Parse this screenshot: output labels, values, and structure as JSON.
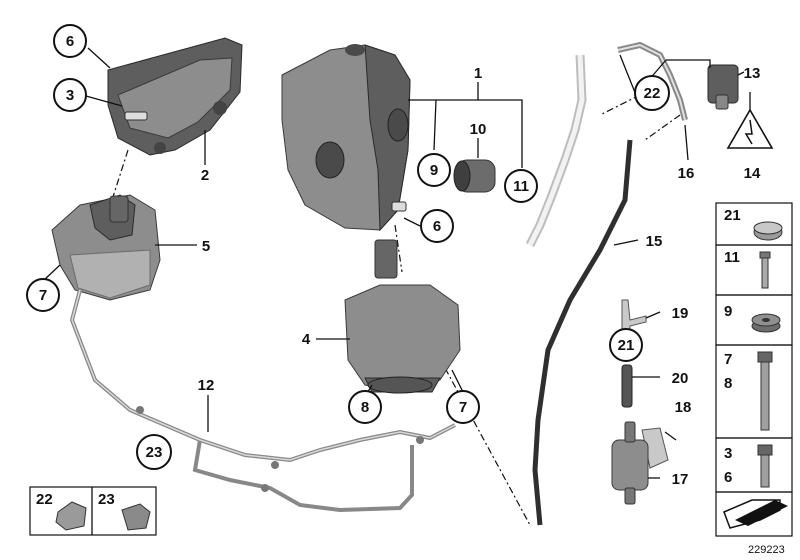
{
  "callouts": {
    "c1": "1",
    "c2": "2",
    "c3": "3",
    "c4": "4",
    "c5": "5",
    "c6a": "6",
    "c6b": "6",
    "c7a": "7",
    "c7b": "7",
    "c8": "8",
    "c9": "9",
    "c10": "10",
    "c11": "11",
    "c12": "12",
    "c13": "13",
    "c14": "14",
    "c15": "15",
    "c16": "16",
    "c17": "17",
    "c18": "18",
    "c19": "19",
    "c20": "20",
    "c21": "21",
    "c22": "22",
    "c23": "23"
  },
  "side_panel": {
    "r1": "21",
    "r2": "11",
    "r3": "9",
    "r4a": "7",
    "r4b": "8",
    "r5a": "3",
    "r5b": "6"
  },
  "inset": {
    "a": "22",
    "b": "23"
  },
  "document_number": "229223"
}
